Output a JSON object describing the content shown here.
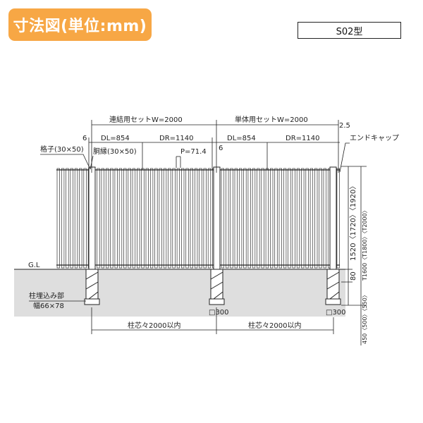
{
  "header": {
    "title": "寸法図(単位:mm)",
    "model": "S02型"
  },
  "colors": {
    "badge": "#f7a745",
    "ground": "#dedede",
    "line": "#222222"
  },
  "labels": {
    "set_width_joint": "連結用セットW=2000",
    "set_width_single": "単体用セットW=2000",
    "dl_left": "DL=854",
    "dr_left": "DR=1140",
    "dl_right": "DL=854",
    "dr_right": "DR=1140",
    "gap_left": "6",
    "gap_mid": "6",
    "gap_end": "2.5",
    "pitch": "P=71.4",
    "lattice": "格子(30×50)",
    "rail": "胴縁(30×50)",
    "end_cap": "エンドキャップ",
    "gl": "G.L",
    "embed_title": "柱埋込み部",
    "embed_width": "幅66×78",
    "footing_mid": "□300",
    "footing_right": "□300",
    "post_span_left": "柱芯々2000以内",
    "post_span_right": "柱芯々2000以内",
    "height_main": "1520〈1720〉〈1920〉",
    "height_total": "T1600〈T1800〉〈T2000〉",
    "depth_80": "80",
    "depth_embed": "450〈500〉〈550〉"
  }
}
